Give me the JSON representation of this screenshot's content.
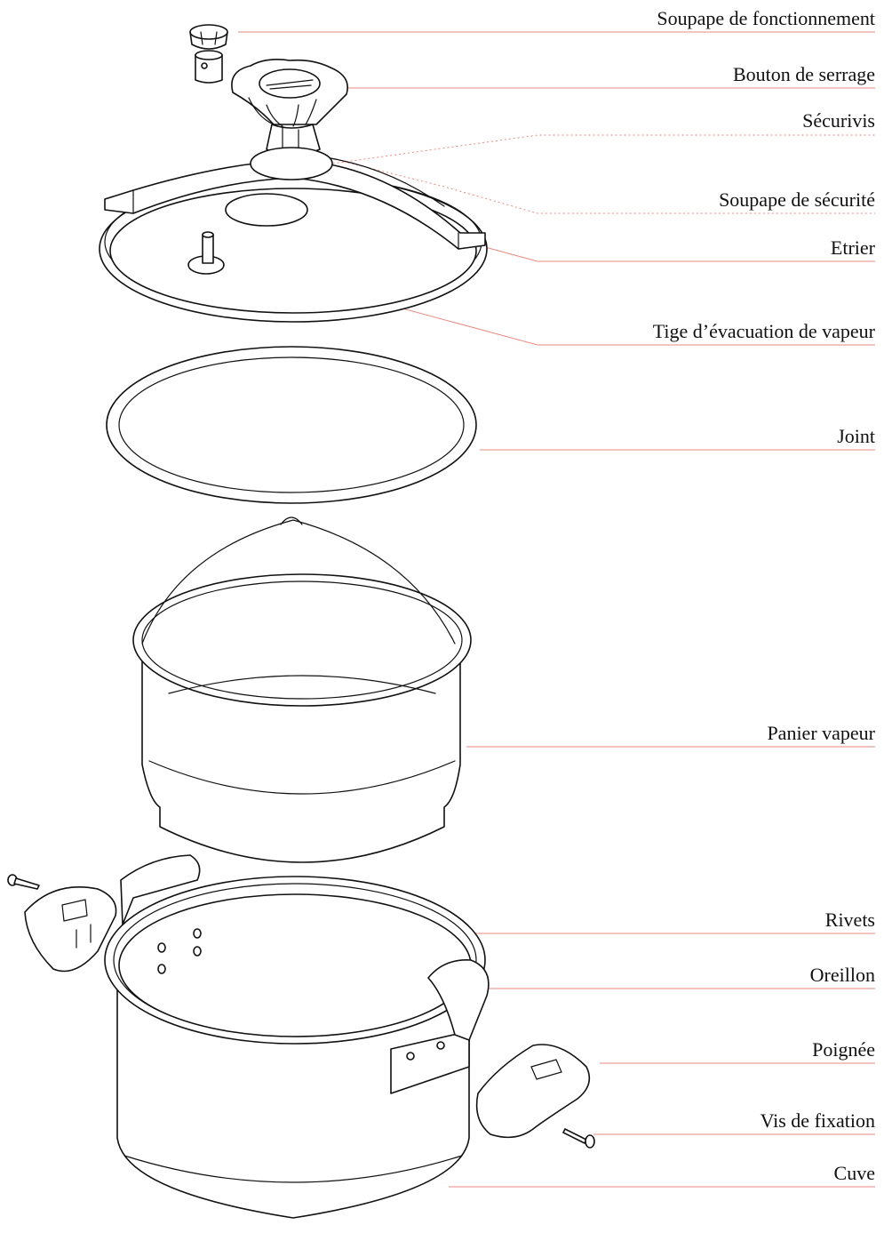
{
  "diagram": {
    "leader_color": "#e98a80",
    "labels": [
      "Soupape de fonctionnement",
      "Bouton de serrage",
      "Sécurivis",
      "Soupape de sécurité",
      "Etrier",
      "Tige d’évacuation de vapeur",
      "Joint",
      "Panier vapeur",
      "Rivets",
      "Oreillon",
      "Poignée",
      "Vis de fixation",
      "Cuve"
    ]
  }
}
